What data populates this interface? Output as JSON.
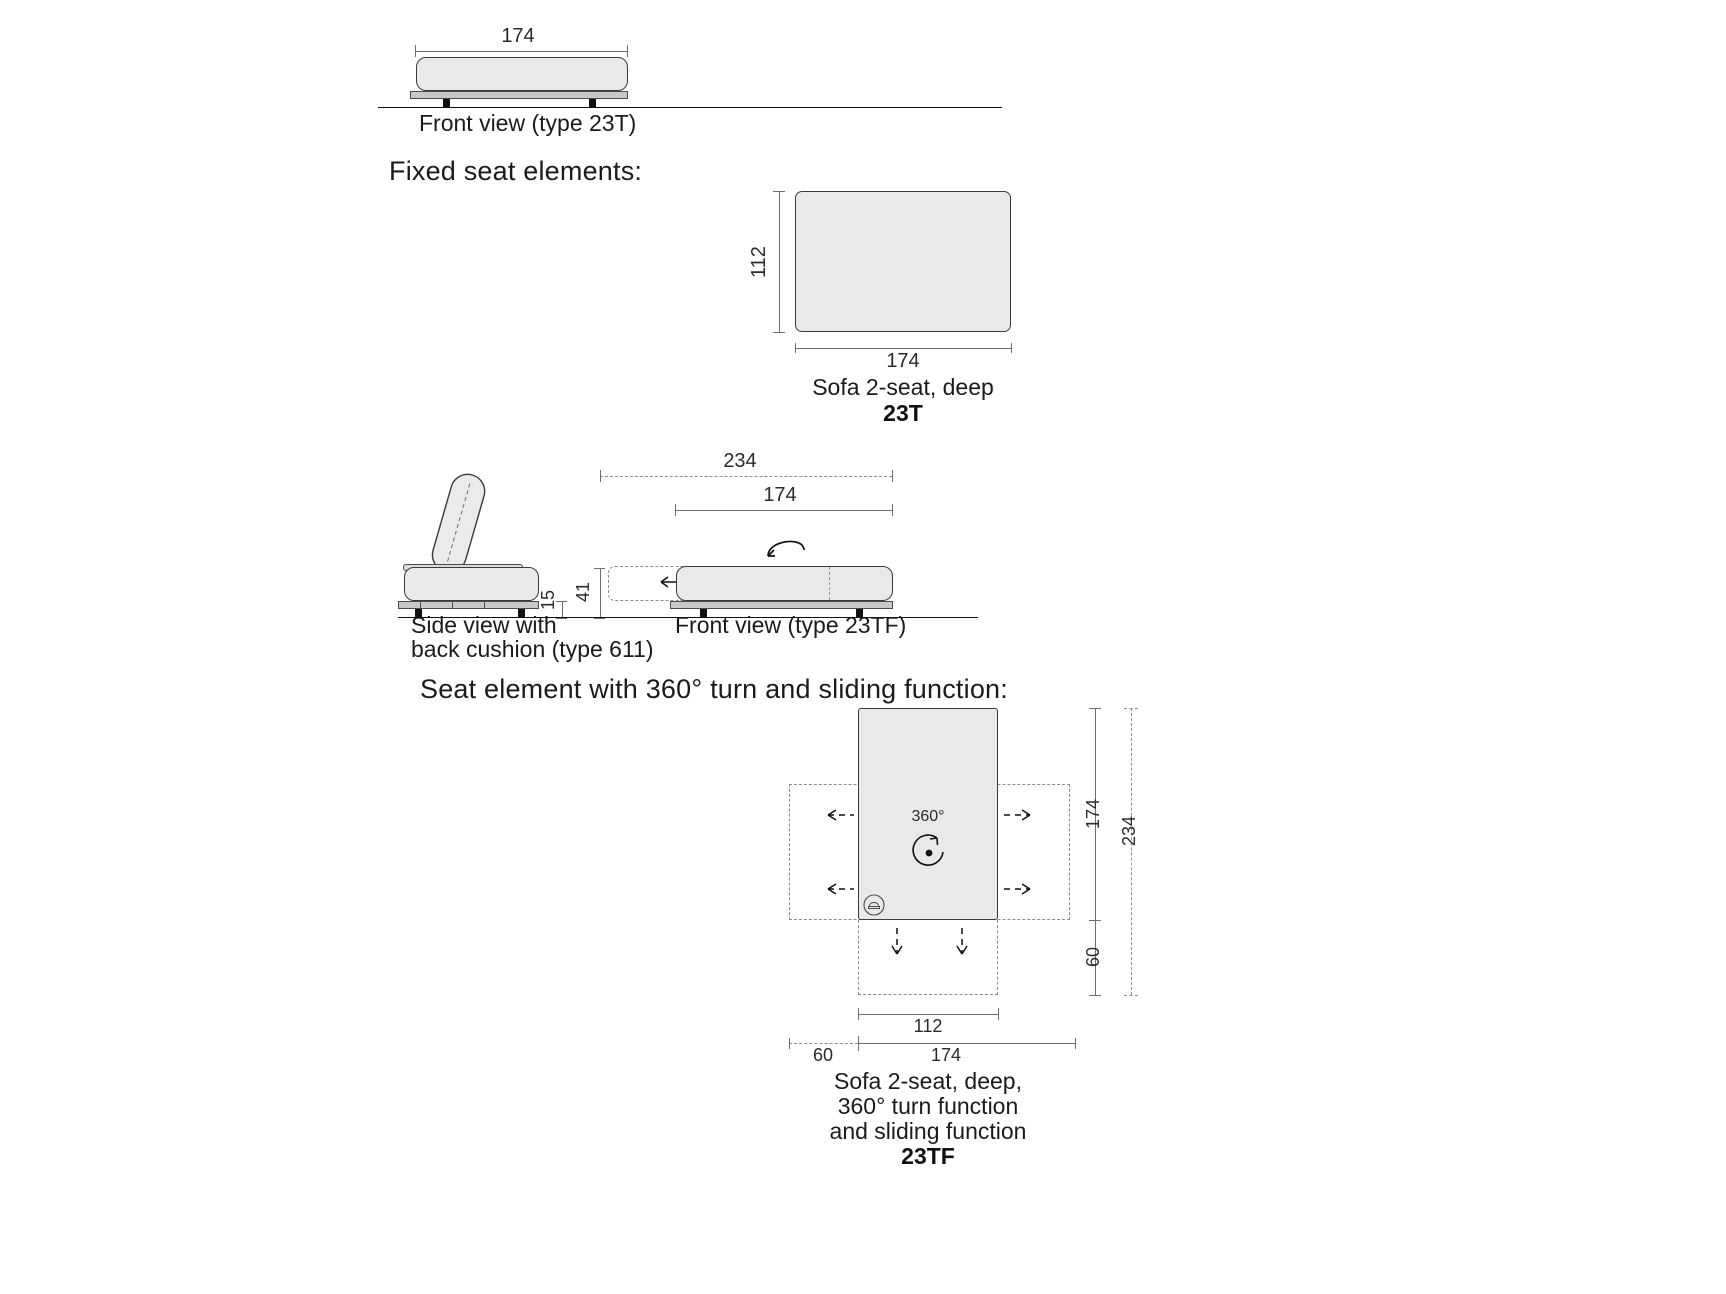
{
  "document": {
    "kind": "furniture technical specification drawing",
    "background_color": "#ffffff",
    "line_color": "#1b1b1b",
    "fill_color": "#e9e9e9",
    "dim_color": "#6e6e6e"
  },
  "section_top": {
    "front_view_width": "174",
    "caption": "Front view (type 23T)"
  },
  "section_fixed": {
    "heading": "Fixed seat elements:",
    "top_view": {
      "width_label": "174",
      "depth_label": "112"
    },
    "caption_line1": "Sofa 2-seat, deep",
    "code": "23T"
  },
  "section_middle": {
    "side_view": {
      "caption_line1": "Side view with",
      "caption_line2": "back cushion (type 611)",
      "plinth_height_label": "15"
    },
    "front_view_tf": {
      "caption": "Front view (type 23TF)",
      "total_width_label": "234",
      "body_width_label": "174",
      "height_label": "41",
      "rotate_icon": "rotate-arrow-icon",
      "slide_icon": "double-arrow-horizontal-icon"
    }
  },
  "section_turn": {
    "heading": "Seat element with 360° turn and sliding function:",
    "plan": {
      "rotation_label": "360°",
      "rotation_icon": "circular-rotation-icon",
      "seat-badge-icon": "sofa-badge-icon",
      "arrow_left_top": "←",
      "arrow_left_bottom": "←",
      "arrow_right_top": "→",
      "arrow_right_bottom": "→",
      "arrow_down_left": "↓",
      "arrow_down_right": "↓"
    },
    "dimensions": {
      "right_inner": "174",
      "right_outer": "234",
      "right_lower": "60",
      "bottom_inner": "112",
      "bottom_left": "60",
      "bottom_main": "174"
    },
    "caption_line1": "Sofa 2-seat, deep,",
    "caption_line2": "360° turn function",
    "caption_line3": "and sliding function",
    "code": "23TF"
  }
}
